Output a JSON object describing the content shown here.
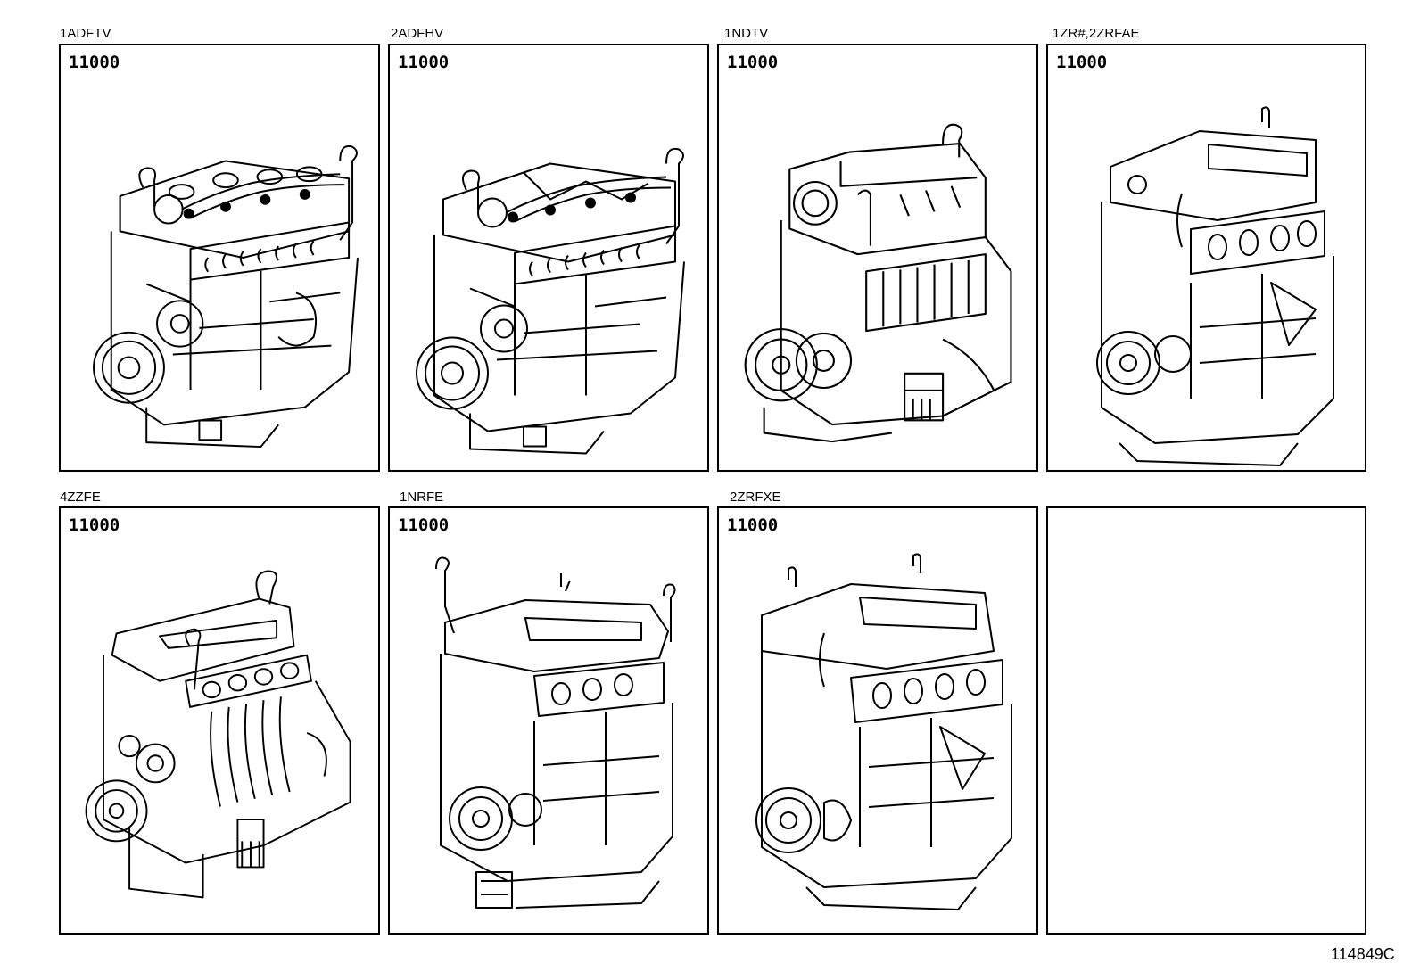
{
  "diagram": {
    "type": "parts-catalog-illustration",
    "reference_code": "114849C",
    "panels": [
      {
        "engine_code": "1ADFTV",
        "part_number": "11000",
        "has_illustration": true
      },
      {
        "engine_code": "2ADFHV",
        "part_number": "11000",
        "has_illustration": true
      },
      {
        "engine_code": "1NDTV",
        "part_number": "11000",
        "has_illustration": true
      },
      {
        "engine_code": "1ZR#,2ZRFAE",
        "part_number": "11000",
        "has_illustration": true
      },
      {
        "engine_code": "4ZZFE",
        "part_number": "11000",
        "has_illustration": true
      },
      {
        "engine_code": "1NRFE",
        "part_number": "11000",
        "has_illustration": true
      },
      {
        "engine_code": "2ZRFXE",
        "part_number": "11000",
        "has_illustration": true
      },
      {
        "engine_code": "",
        "part_number": "",
        "has_illustration": false
      }
    ]
  }
}
